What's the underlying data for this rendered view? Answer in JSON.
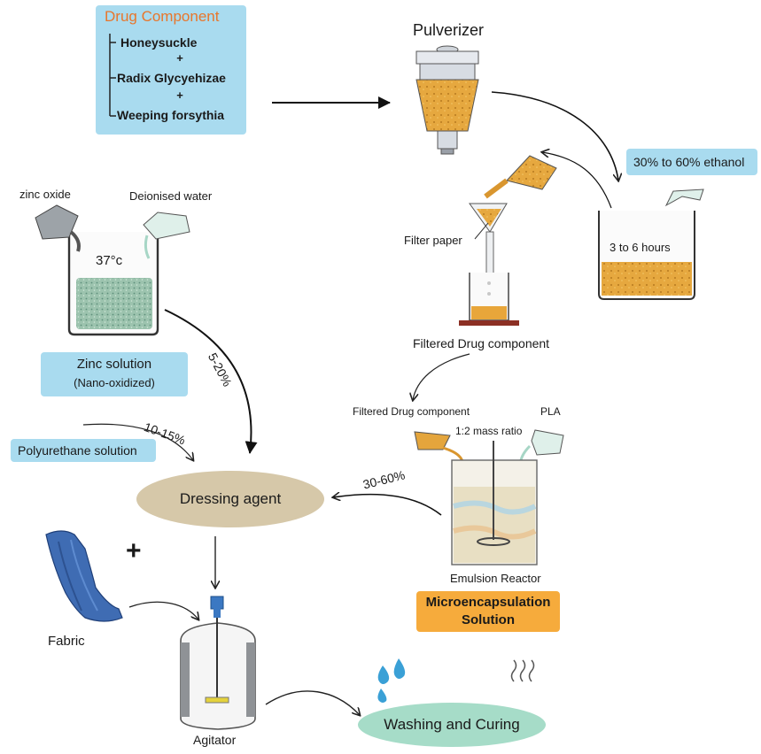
{
  "drug_component": {
    "title": "Drug Component",
    "items": [
      "Honeysuckle",
      "Radix Glycyehizae",
      "Weeping forsythia"
    ],
    "plus": "+"
  },
  "pulverizer": {
    "label": "Pulverizer"
  },
  "ethanol": {
    "label": "30% to 60% ethanol",
    "duration": "3 to 6 hours"
  },
  "filter": {
    "paper_label": "Filter paper",
    "result_label": "Filtered Drug component"
  },
  "zinc": {
    "zinc_oxide_label": "zinc oxide",
    "water_label": "Deionised water",
    "temperature": "37°c",
    "solution_title": "Zinc solution",
    "solution_sub": "(Nano-oxidized)",
    "ratio": "5-20%"
  },
  "polyurethane": {
    "label": "Polyurethane solution",
    "ratio": "10-15%"
  },
  "reactor": {
    "drug_label": "Filtered Drug component",
    "pla_label": "PLA",
    "mass_ratio": "1:2 mass ratio",
    "name": "Emulsion Reactor",
    "output_line1": "Microencapsulation",
    "output_line2": "Solution",
    "ratio": "30-60%"
  },
  "dressing": {
    "label": "Dressing agent"
  },
  "fabric": {
    "label": "Fabric",
    "plus": "+"
  },
  "agitator": {
    "label": "Agitator"
  },
  "washing": {
    "label": "Washing and Curing"
  },
  "colors": {
    "blue_box": "#a9dbef",
    "orange_box": "#f6ab3c",
    "drug_title": "#e8762b",
    "dressing_ellipse": "#d6c8a9",
    "washing_ellipse": "#a6dcc8",
    "drug_powder": "#e3a43a",
    "fabric": "#3f6cb3",
    "zinc_paste": "#8db9a3"
  }
}
